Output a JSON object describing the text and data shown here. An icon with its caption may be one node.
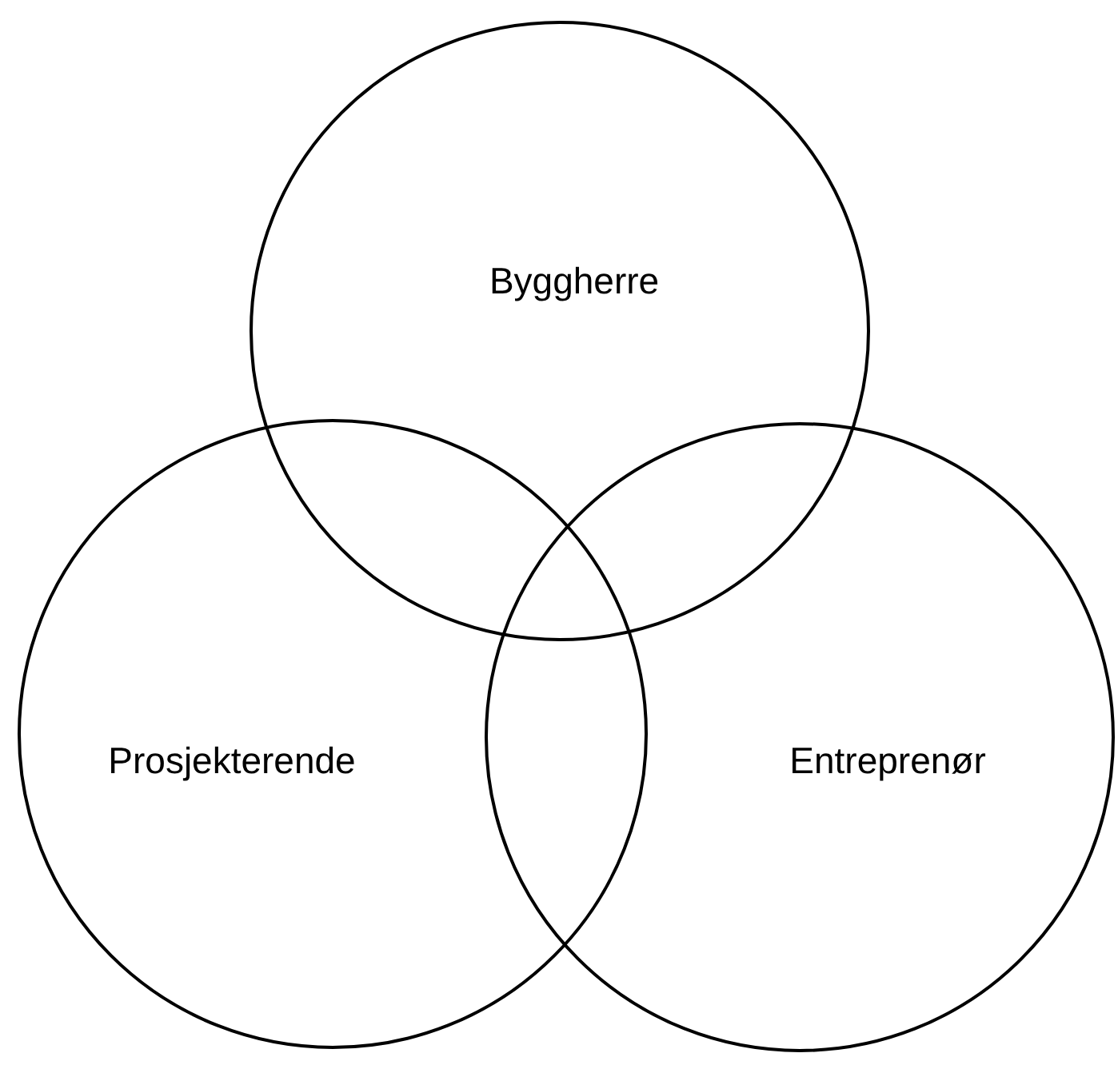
{
  "diagram": {
    "nodes": [
      {
        "text": [
          "Byggherre"
        ]
      },
      {
        "text": [
          "Prosjekterende"
        ]
      },
      {
        "text": [
          "Entreprenør"
        ]
      }
    ]
  }
}
